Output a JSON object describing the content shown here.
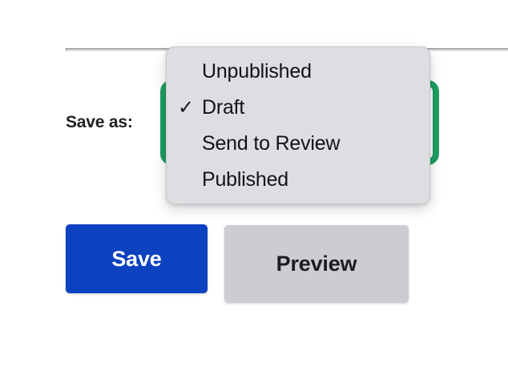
{
  "page": {
    "background_color": "#ffffff"
  },
  "divider": {
    "color": "#c9cad0"
  },
  "form": {
    "save_as": {
      "label": "Save as:",
      "selected_value": "Draft",
      "focus_ring_color": "#1e9e63",
      "expanded": true
    }
  },
  "dropdown": {
    "background_color": "#dddde2",
    "check_glyph": "✓",
    "items": [
      {
        "label": "Unpublished",
        "checked": false
      },
      {
        "label": "Draft",
        "checked": true
      },
      {
        "label": "Send to Review",
        "checked": false
      },
      {
        "label": "Published",
        "checked": false
      }
    ]
  },
  "actions": {
    "save": {
      "label": "Save",
      "background_color": "#0c41c0",
      "text_color": "#ffffff"
    },
    "preview": {
      "label": "Preview",
      "background_color": "#cbcdd2",
      "text_color": "#1c1d20"
    }
  }
}
